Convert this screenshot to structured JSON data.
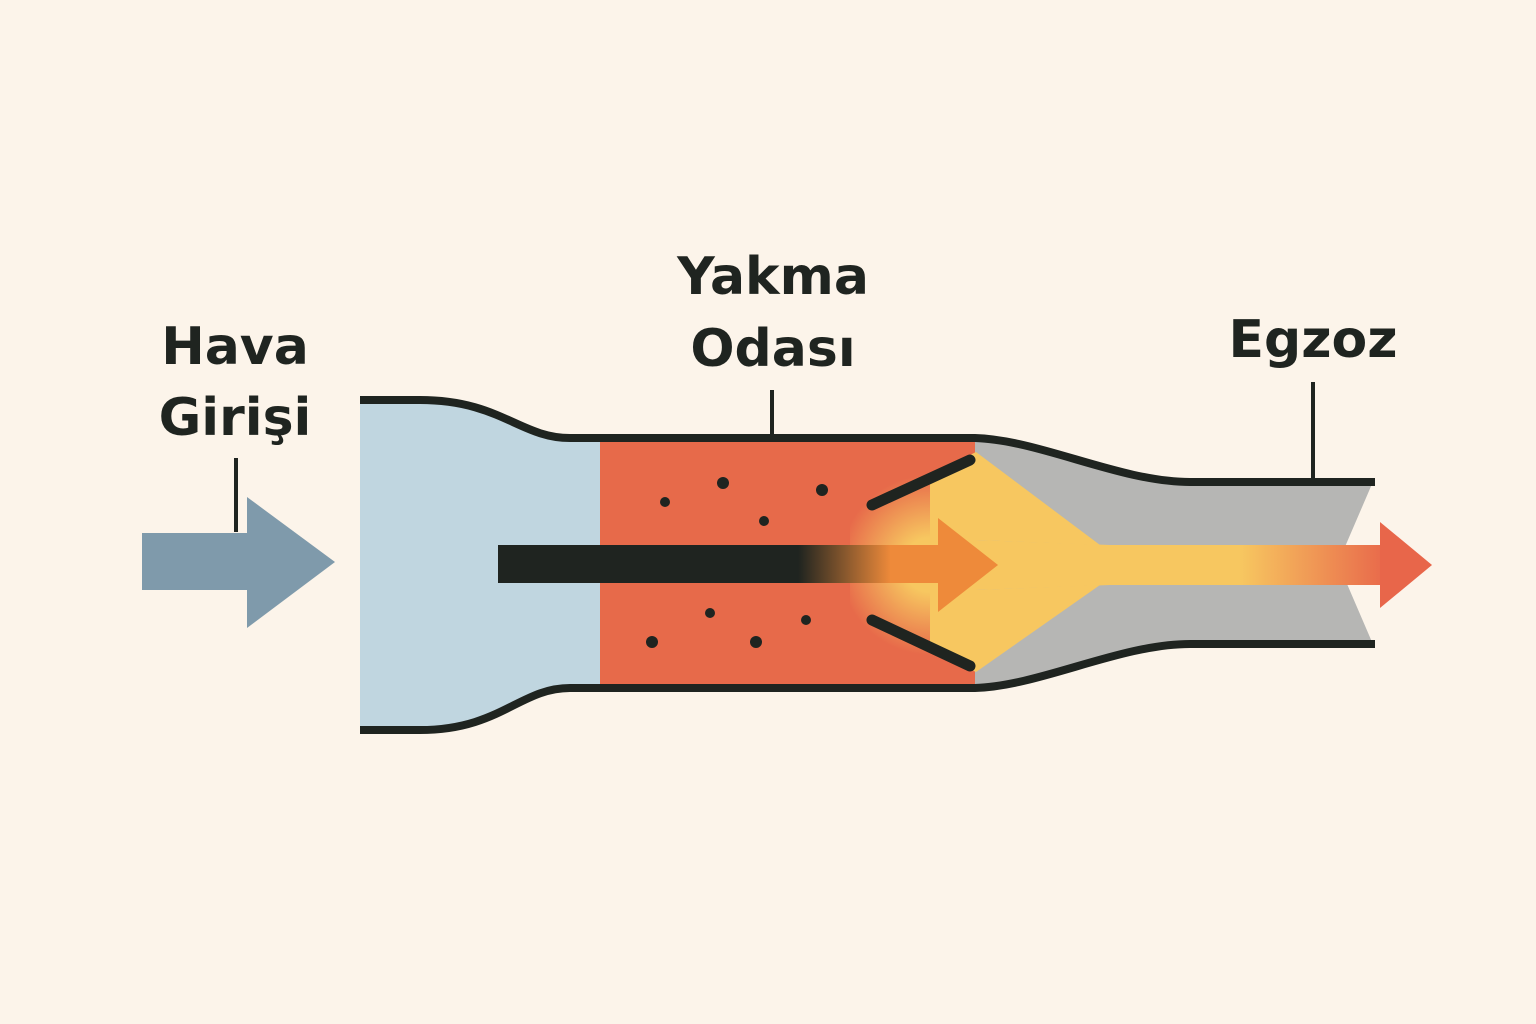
{
  "labels": {
    "inlet_line1": "Hava",
    "inlet_line2": "Girişi",
    "chamber_line1": "Yakma",
    "chamber_line2": "Odası",
    "exhaust": "Egzoz"
  },
  "colors": {
    "background": "#fcf4ea",
    "inlet": "#c0d6e0",
    "chamber": "#e76a4a",
    "nozzle": "#b6b6b4",
    "flame": "#f7c760",
    "outline": "#1f2420",
    "air_arrow": "#7f9aab",
    "exhaust_arrow": "#e8664a"
  }
}
